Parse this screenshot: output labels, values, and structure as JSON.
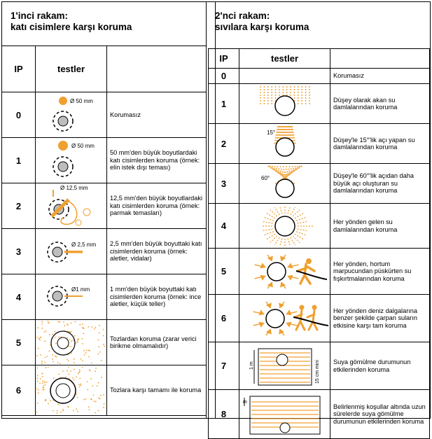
{
  "left": {
    "title_line1": "1'inci rakam:",
    "title_line2": "katı cisimlere karşı koruma",
    "col_ip": "IP",
    "col_tests": "testler",
    "rows": [
      {
        "ip": "0",
        "desc": "Korumasız",
        "label": "Ø 50 mm"
      },
      {
        "ip": "1",
        "desc": "50 mm'den büyük boyutlardaki katı cisimlerden koruma (örnek: elin istek dışı teması)",
        "label": "Ø 50 mm"
      },
      {
        "ip": "2",
        "desc": "12,5 mm'den büyük boyutlardaki katı cisimlerden koruma (örnek: parmak temasları)",
        "label": "Ø 12,5 mm"
      },
      {
        "ip": "3",
        "desc": "2,5 mm'den büyük boyuttaki katı cisimlerden koruma (örnek: aletler, vidalar)",
        "label": "Ø 2,5 mm"
      },
      {
        "ip": "4",
        "desc": "1 mm'den büyük boyuttaki katı cisimlerden koruma (örnek: ince aletler, küçük teller)",
        "label": "Ø1 mm"
      },
      {
        "ip": "5",
        "desc": "Tozlardan koruma (zarar verici birikme olmamalıdır)"
      },
      {
        "ip": "6",
        "desc": "Tozlara karşı tamamı ile koruma"
      }
    ]
  },
  "right": {
    "title_line1": "2'nci rakam:",
    "title_line2": "sıvılara karşı koruma",
    "col_ip": "IP",
    "col_tests": "testler",
    "rows": [
      {
        "ip": "0",
        "desc": "Korumasız"
      },
      {
        "ip": "1",
        "desc": "Düşey olarak akan su damlalarından koruma"
      },
      {
        "ip": "2",
        "desc": "Düşey'le 15°'lik açı yapan su damlalarından koruma",
        "label": "15°"
      },
      {
        "ip": "3",
        "desc": "Düşey'le 60°'lik açıdan daha büyük açı oluşturan su damlalarından koruma",
        "label": "60°"
      },
      {
        "ip": "4",
        "desc": "Her yönden gelen su damlalarından koruma"
      },
      {
        "ip": "5",
        "desc": "Her yönden, hortum marpucundan püskürten su fışkırtmalarından koruma"
      },
      {
        "ip": "6",
        "desc": "Her yönden deniz dalgalarına benzer şekilde çarpan suların etkisine karşı tam koruma"
      },
      {
        "ip": "7",
        "desc": "Suya gömülme durumunun etkilerinden koruma",
        "label_a": "1 m",
        "label_b": "15 cm mini"
      },
      {
        "ip": "8",
        "desc": "Belirlenmiş koşullar altında uzun sürelerde suya gömülme durumunun etkilerinden koruma",
        "label_a": "m"
      }
    ]
  },
  "colors": {
    "accent": "#f0a030",
    "grey": "#bdbdbd"
  }
}
